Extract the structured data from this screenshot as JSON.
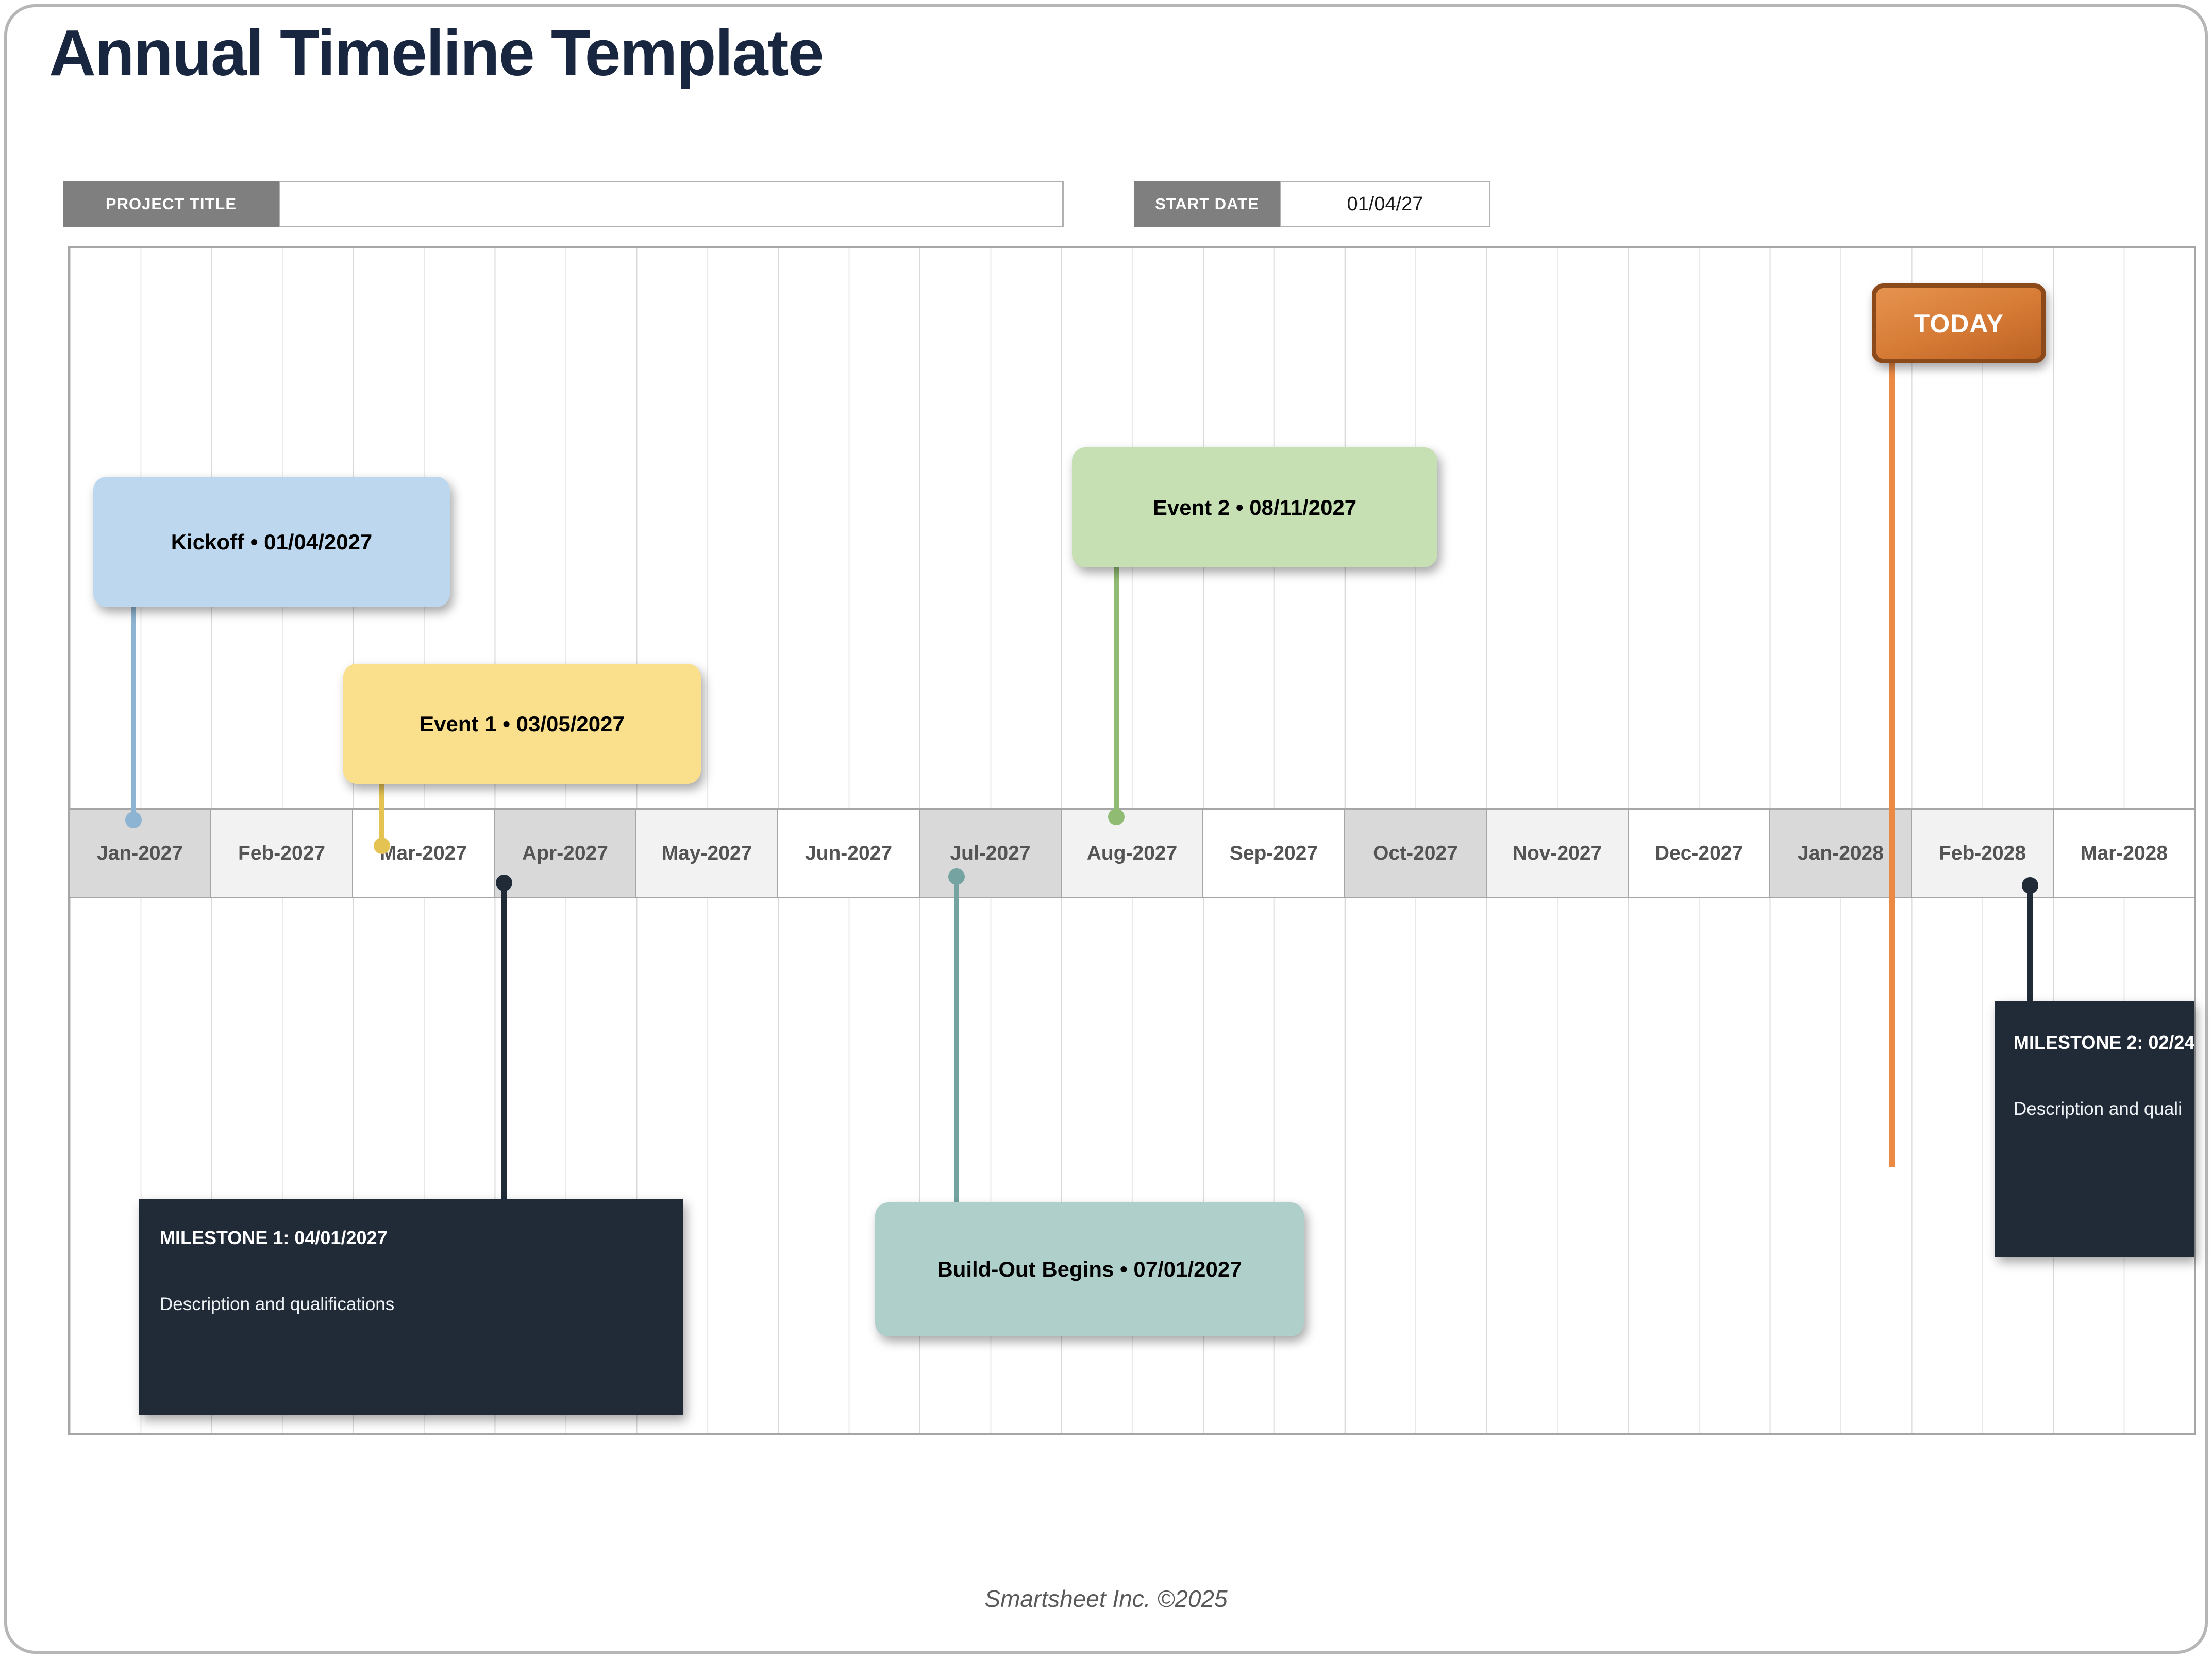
{
  "page": {
    "title": "Annual Timeline Template",
    "footer": "Smartsheet Inc. ©2025"
  },
  "form": {
    "project_title_label": "PROJECT TITLE",
    "project_title_value": "",
    "start_date_label": "START DATE",
    "start_date_value": "01/04/27"
  },
  "timeline": {
    "months": [
      "Jan-2027",
      "Feb-2027",
      "Mar-2027",
      "Apr-2027",
      "May-2027",
      "Jun-2027",
      "Jul-2027",
      "Aug-2027",
      "Sep-2027",
      "Oct-2027",
      "Nov-2027",
      "Dec-2027",
      "Jan-2028",
      "Feb-2028",
      "Mar-2028"
    ],
    "band_shades": [
      "#D9D9D9",
      "#F2F2F2",
      "#FFFFFF"
    ],
    "axis_border_color": "#A6A6A6",
    "today": {
      "label": "TODAY",
      "flag_color": "#CE7434",
      "flag_border_color": "#8C4A1B",
      "line_color": "#EC8A44"
    },
    "events": [
      {
        "label": "Kickoff • 01/04/2027",
        "fill": "#BDD7EE",
        "stem": "#8DB4D2"
      },
      {
        "label": "Event 1 • 03/05/2027",
        "fill": "#FADF8D",
        "stem": "#E5C352"
      },
      {
        "label": "Event 2 • 08/11/2027",
        "fill": "#C6E0B4",
        "stem": "#90BB72"
      },
      {
        "label": "Build-Out Begins • 07/01/2027",
        "fill": "#AFCFCB",
        "stem": "#74A3A1"
      }
    ],
    "milestones": [
      {
        "title": "MILESTONE 1: 04/01/2027",
        "description": "Description and qualifications",
        "fill": "#212B38",
        "stem": "#212B38"
      },
      {
        "title": "MILESTONE 2: 02/24/",
        "description": "Description and quali",
        "fill": "#212B38",
        "stem": "#212B38"
      }
    ]
  }
}
